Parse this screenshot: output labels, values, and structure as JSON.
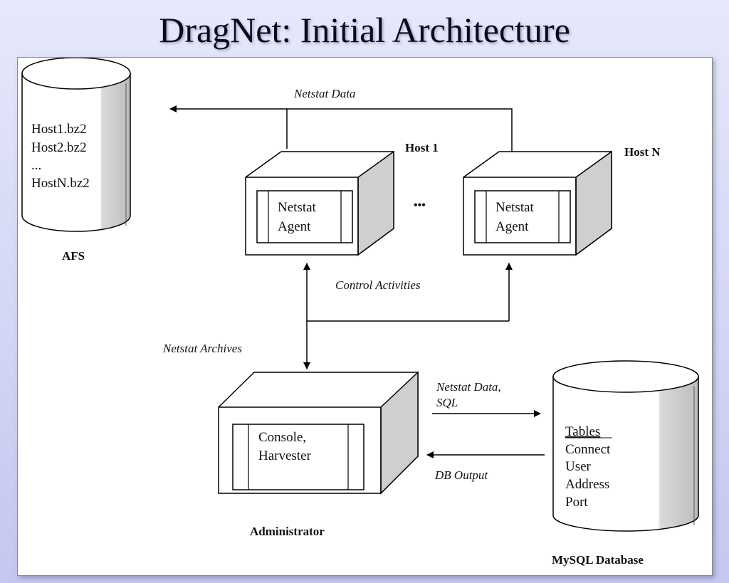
{
  "slide": {
    "title": "DragNet:  Initial Architecture"
  },
  "afs": {
    "files": [
      "Host1.bz2",
      "Host2.bz2",
      "...",
      "HostN.bz2"
    ],
    "label": "AFS"
  },
  "hosts": [
    {
      "name": "Host 1",
      "agent_line1": "Netstat",
      "agent_line2": "Agent"
    },
    {
      "name": "Host N",
      "agent_line1": "Netstat",
      "agent_line2": "Agent"
    }
  ],
  "ellipsis": "•••",
  "administrator": {
    "name": "Administrator",
    "line1": "Console,",
    "line2": "Harvester"
  },
  "database": {
    "label": "MySQL Database",
    "tables_heading": "Tables",
    "tables": [
      "Connect",
      "User",
      "Address",
      "Port"
    ]
  },
  "edges": {
    "netstat_data": "Netstat Data",
    "control_activities": "Control Activities",
    "netstat_archives": "Netstat Archives",
    "netstat_data_sql_1": "Netstat Data,",
    "netstat_data_sql_2": "SQL",
    "db_output": "DB Output"
  }
}
